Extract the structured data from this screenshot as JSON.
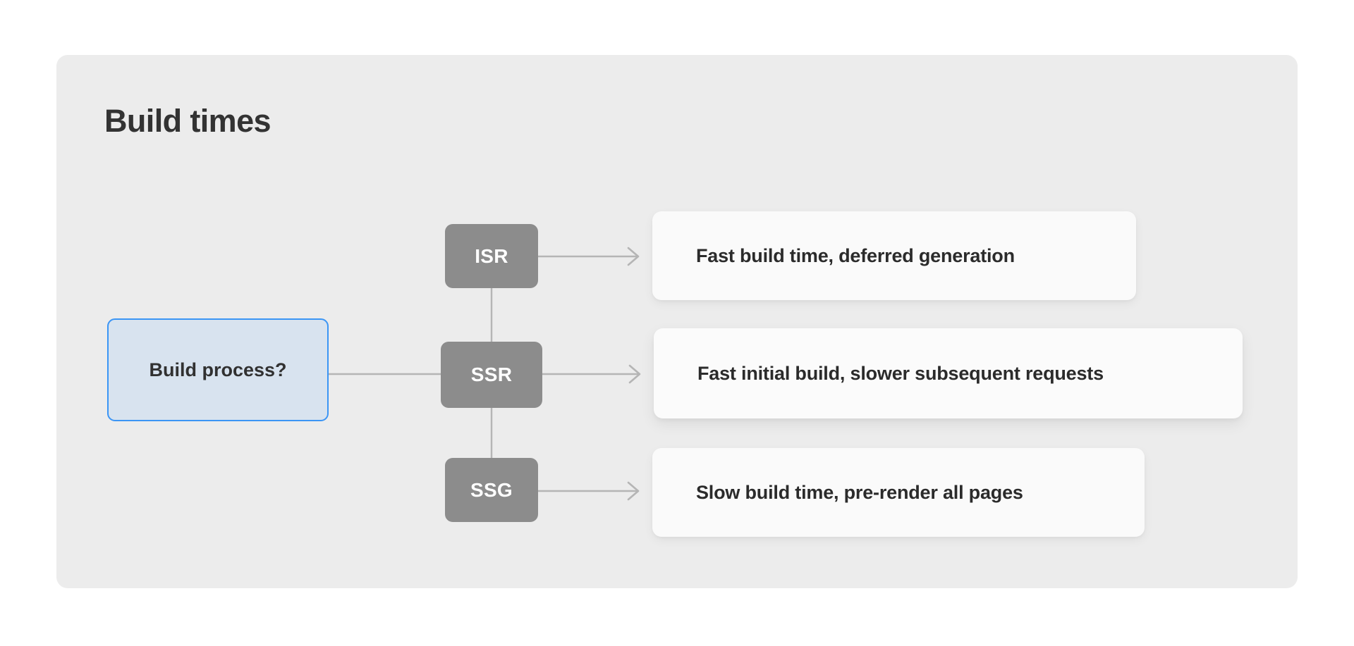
{
  "panel": {
    "title": "Build times"
  },
  "diagram": {
    "question_node": {
      "label": "Build process?",
      "fill": "#d8e3ef",
      "border": "#3b95f5"
    },
    "option_fill": "#8c8c8c",
    "option_text_color": "#ffffff",
    "connector_color": "#b5b5b5",
    "branches": [
      {
        "option": "ISR",
        "outcome": "Fast build time, deferred generation"
      },
      {
        "option": "SSR",
        "outcome": "Fast initial build, slower subsequent requests"
      },
      {
        "option": "SSG",
        "outcome": "Slow build time, pre-render all pages"
      }
    ]
  }
}
